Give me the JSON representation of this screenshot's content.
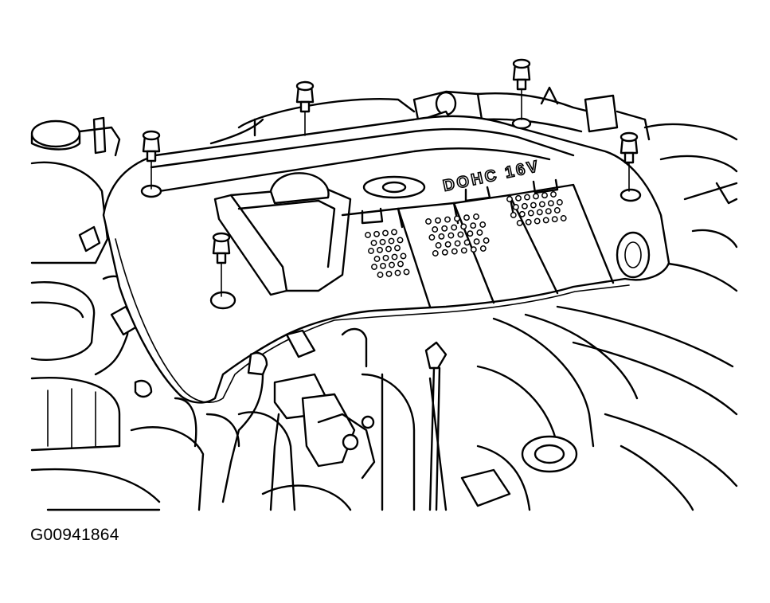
{
  "figure": {
    "id_label": "G00941864",
    "cover_lettering": "DOHC 16V",
    "line_color": "#000000",
    "background_color": "#ffffff",
    "bolt_count": 5
  }
}
